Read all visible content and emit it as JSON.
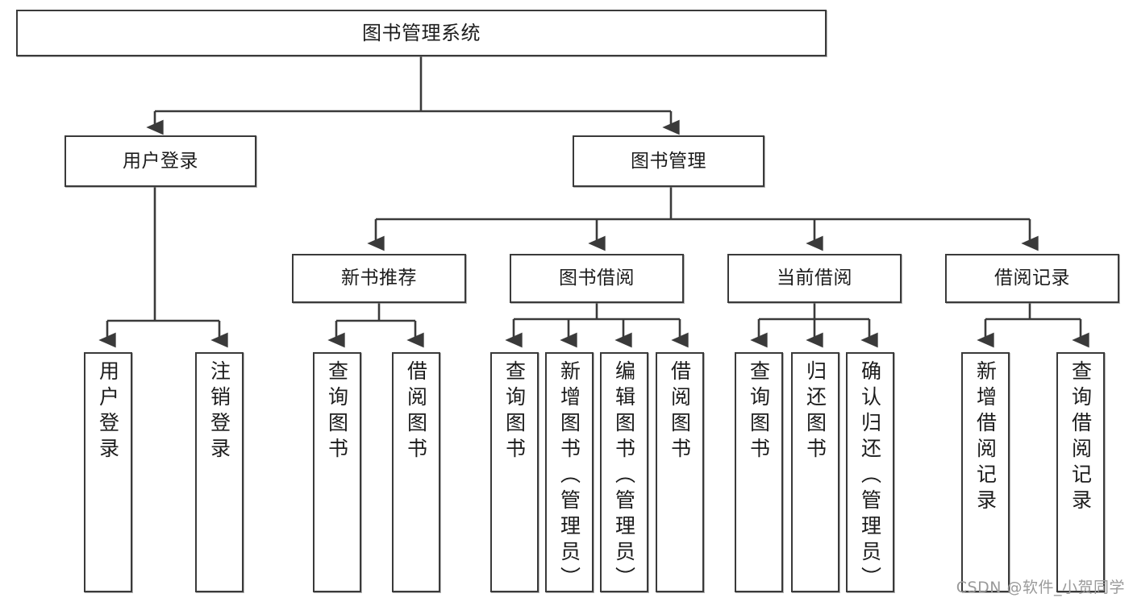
{
  "diagram": {
    "type": "tree-hierarchy-flowchart",
    "title": "图书管理系统",
    "watermark": "CSDN @软件_小贺同学",
    "colors": {
      "stroke": "#3a3a3a",
      "fill": "#ffffff",
      "text": "#1c1c1c",
      "watermark": "#9a9a9a"
    },
    "nodes": {
      "root": {
        "label": "图书管理系统"
      },
      "level2": [
        {
          "label": "用户登录"
        },
        {
          "label": "图书管理"
        }
      ],
      "level3": [
        {
          "label": "新书推荐"
        },
        {
          "label": "图书借阅"
        },
        {
          "label": "当前借阅"
        },
        {
          "label": "借阅记录"
        }
      ],
      "leaves": {
        "user_login": [
          {
            "label": "用户登录"
          },
          {
            "label": "注销登录"
          }
        ],
        "new_book_recommend": [
          {
            "label": "查询图书"
          },
          {
            "label": "借阅图书"
          }
        ],
        "book_borrow": [
          {
            "label": "查询图书"
          },
          {
            "label": "新增图书（管理员）"
          },
          {
            "label": "编辑图书（管理员）"
          },
          {
            "label": "借阅图书"
          }
        ],
        "current_borrow": [
          {
            "label": "查询图书"
          },
          {
            "label": "归还图书"
          },
          {
            "label": "确认归还（管理员）"
          }
        ],
        "borrow_record": [
          {
            "label": "新增借阅记录"
          },
          {
            "label": "查询借阅记录"
          }
        ]
      }
    }
  }
}
